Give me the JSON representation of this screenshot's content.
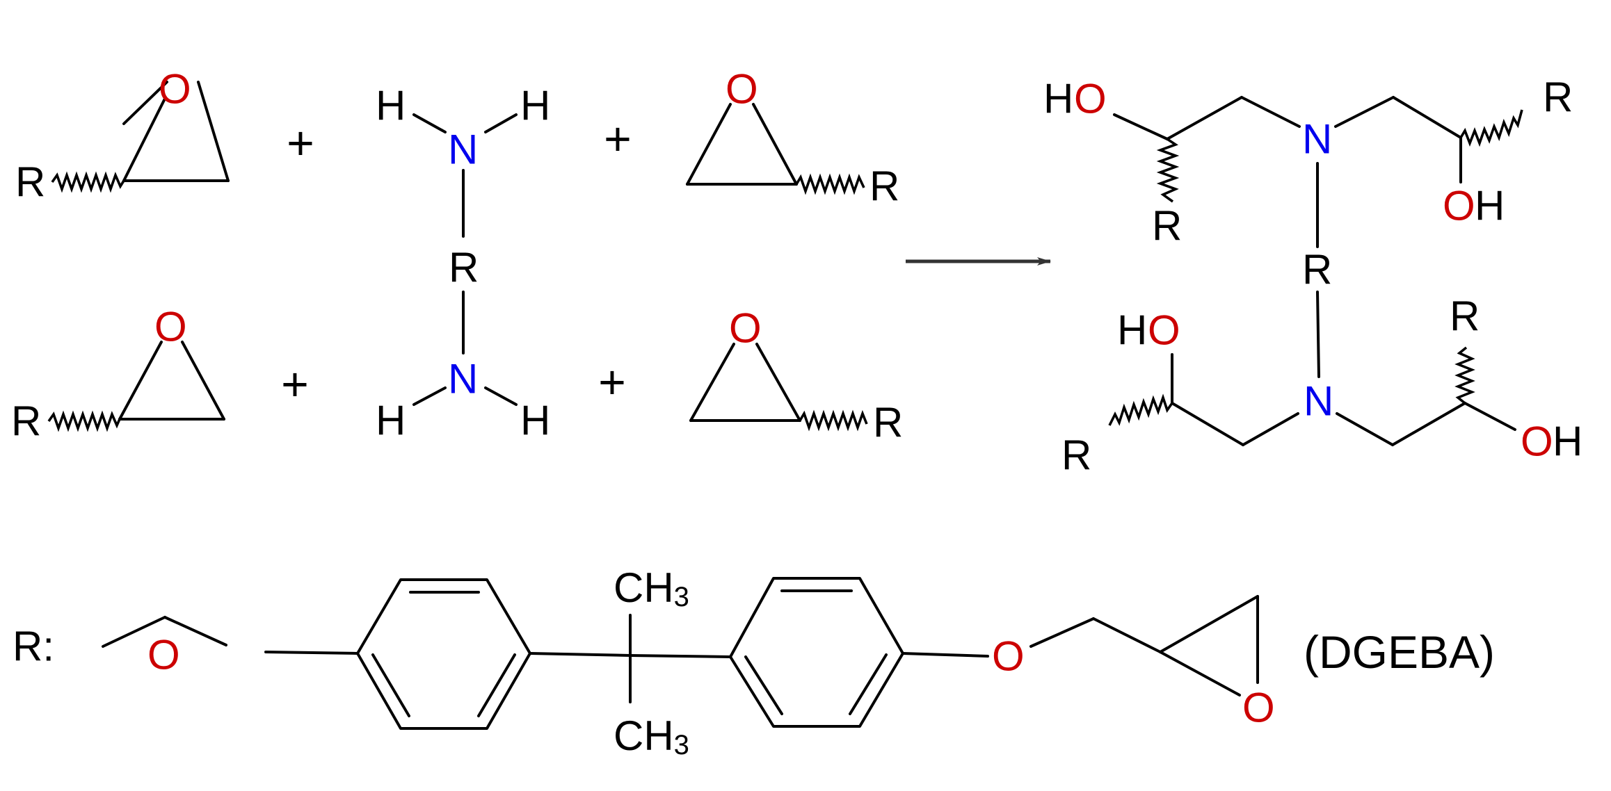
{
  "atoms": {
    "oxygen": "O",
    "nitrogen": "N",
    "hydrogen": "H",
    "r_group": "R",
    "hydroxyl_h_first": "HO",
    "hydroxyl_o_first": "OH",
    "methyl_c": "CH",
    "methyl_sub": "3"
  },
  "operators": {
    "plus": "+"
  },
  "definition": {
    "label": "R:",
    "compound_name": "(DGEBA)"
  },
  "colors": {
    "oxygen": "#cc0000",
    "nitrogen": "#0000ee",
    "bond": "#000000",
    "arrow": "#333333",
    "text": "#000000"
  }
}
